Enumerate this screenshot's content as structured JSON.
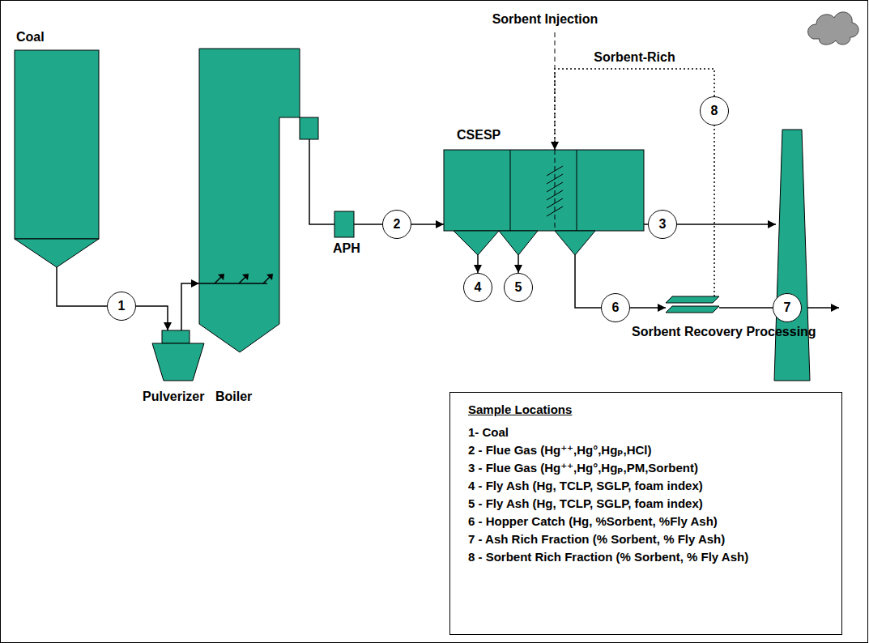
{
  "diagram": {
    "nodes": [
      {
        "text": [
          "Coal"
        ]
      },
      {
        "text": [
          "1"
        ]
      },
      {
        "text": [
          "Pulverizer"
        ]
      },
      {
        "text": [
          "Boiler"
        ]
      },
      {
        "text": [
          "APH"
        ]
      },
      {
        "text": [
          "2"
        ]
      },
      {
        "text": [
          "CSESP"
        ]
      },
      {
        "text": [
          "3"
        ]
      },
      {
        "text": [
          "4"
        ]
      },
      {
        "text": [
          "5"
        ]
      },
      {
        "text": [
          "6"
        ]
      },
      {
        "text": [
          "Sorbent Recovery Processing"
        ]
      },
      {
        "text": [
          "7"
        ]
      },
      {
        "text": [
          "8"
        ]
      },
      {
        "text": [
          "Sample Locations",
          "1- Coal",
          "2 - Flue Gas (Hg⁺⁺,Hg°,Hgₚ,HCl)",
          "3 - Flue Gas (Hg⁺⁺,Hg°,Hgₚ,PM,Sorbent)",
          "4 - Fly Ash (Hg, TCLP, SGLP, foam index)",
          "5 - Fly Ash (Hg, TCLP, SGLP, foam index)",
          "6 - Hopper Catch (Hg, %Sorbent, %Fly Ash)",
          "7 - Ash Rich Fraction (% Sorbent, % Fly Ash)",
          "8 - Sorbent Rich Fraction (% Sorbent, % Fly Ash)"
        ]
      }
    ],
    "edges": [
      {
        "from": 0,
        "to": 1,
        "arrow": "none"
      },
      {
        "from": 1,
        "to": 2,
        "arrow": "to"
      },
      {
        "from": 2,
        "to": 3,
        "arrow": "to"
      },
      {
        "from": 3,
        "to": 4,
        "arrow": "none"
      },
      {
        "from": 4,
        "to": 5,
        "arrow": "none"
      },
      {
        "from": 5,
        "to": 6,
        "arrow": "to"
      },
      {
        "from": 6,
        "to": 7,
        "arrow": "none"
      },
      {
        "from": 6,
        "to": 8,
        "arrow": "to"
      },
      {
        "from": 6,
        "to": 9,
        "arrow": "to"
      },
      {
        "from": 6,
        "to": 10,
        "arrow": "none"
      },
      {
        "from": 10,
        "to": 11,
        "arrow": "to"
      },
      {
        "from": 11,
        "to": 12,
        "arrow": "none"
      },
      {
        "from": 11,
        "to": 13,
        "arrow": "none"
      },
      {
        "from": 13,
        "to": 6,
        "label": "Sorbent-Rich",
        "arrow": "to"
      }
    ],
    "labels": [
      "Sorbent Injection"
    ]
  }
}
